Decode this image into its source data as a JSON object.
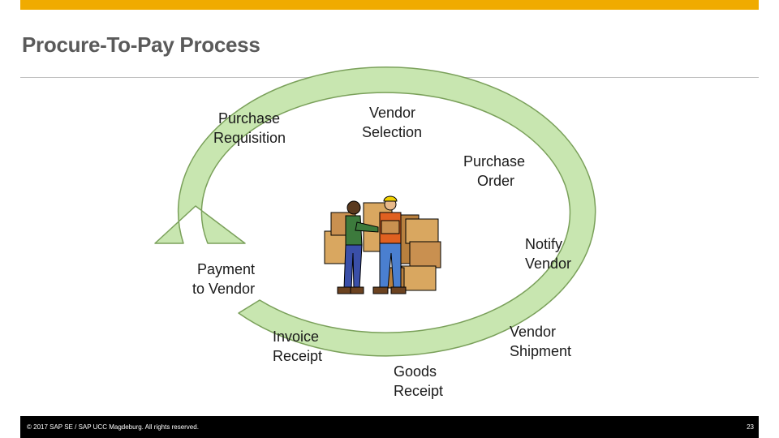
{
  "header": {
    "title": "Procure-To-Pay Process"
  },
  "colors": {
    "accent_bar": "#f0ab00",
    "arrow_fill": "#c8e6b0",
    "arrow_stroke": "#7aa05a"
  },
  "process": {
    "steps": [
      {
        "id": "purchase-requisition",
        "lines": [
          "Purchase",
          "Requisition"
        ]
      },
      {
        "id": "vendor-selection",
        "lines": [
          "Vendor",
          "Selection"
        ]
      },
      {
        "id": "purchase-order",
        "lines": [
          "Purchase",
          "Order"
        ]
      },
      {
        "id": "notify-vendor",
        "lines": [
          "Notify",
          "Vendor"
        ]
      },
      {
        "id": "vendor-shipment",
        "lines": [
          "Vendor",
          "Shipment"
        ]
      },
      {
        "id": "goods-receipt",
        "lines": [
          "Goods",
          "Receipt"
        ]
      },
      {
        "id": "invoice-receipt",
        "lines": [
          "Invoice",
          "Receipt"
        ]
      },
      {
        "id": "payment-to-vendor",
        "lines": [
          "Payment",
          "to Vendor"
        ]
      }
    ],
    "illustration": "warehouse-workers-clipart"
  },
  "footer": {
    "copyright": "© 2017 SAP SE / SAP UCC Magdeburg. All rights reserved.",
    "page_number": "23"
  }
}
